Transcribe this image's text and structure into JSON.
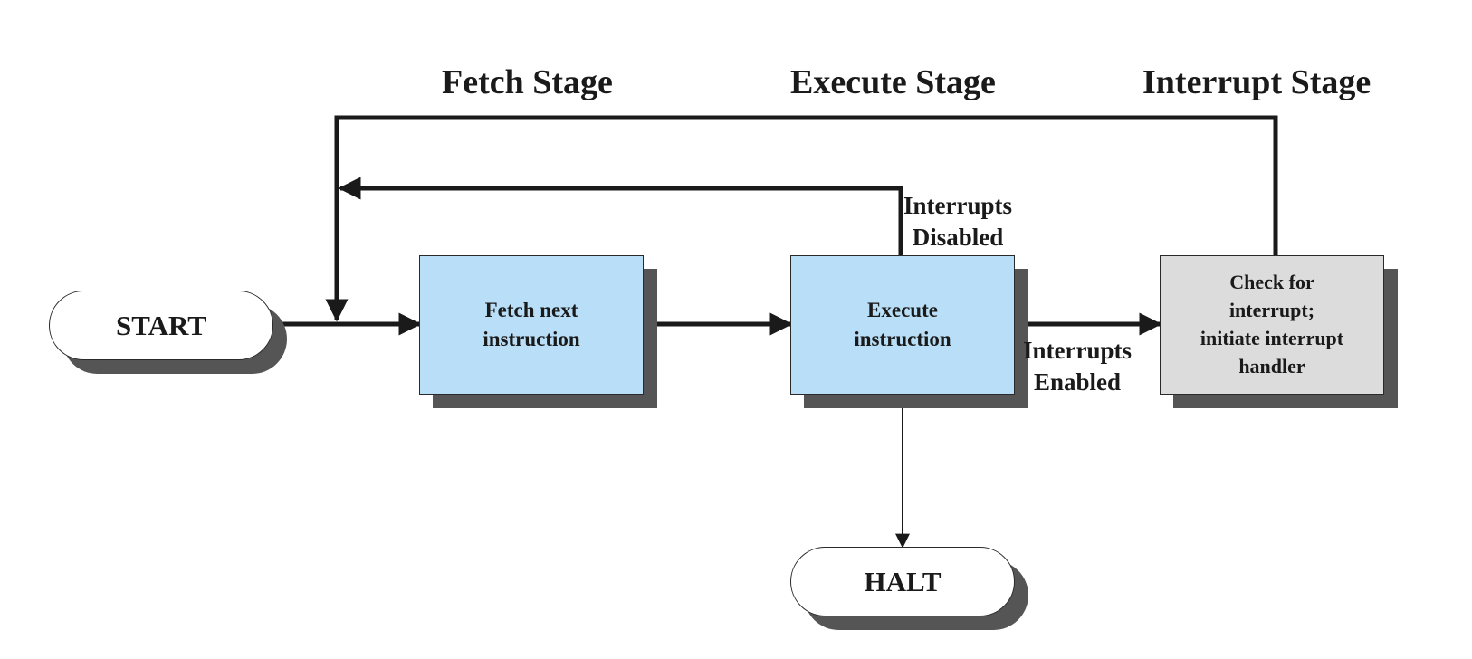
{
  "stages": {
    "fetch": "Fetch Stage",
    "execute": "Execute Stage",
    "interrupt": "Interrupt Stage"
  },
  "nodes": {
    "start": "START",
    "fetch_line1": "Fetch next",
    "fetch_line2": "instruction",
    "execute_line1": "Execute",
    "execute_line2": "instruction",
    "interrupt_line1": "Check for",
    "interrupt_line2": "interrupt;",
    "interrupt_line3": "initiate interrupt",
    "interrupt_line4": "handler",
    "halt": "HALT"
  },
  "edge_labels": {
    "disabled_line1": "Interrupts",
    "disabled_line2": "Disabled",
    "enabled_line1": "Interrupts",
    "enabled_line2": "Enabled"
  },
  "colors": {
    "process_fill": "#b8dff7",
    "interrupt_fill": "#dcdcdc",
    "shadow": "#555555",
    "line": "#1a1a1a"
  }
}
